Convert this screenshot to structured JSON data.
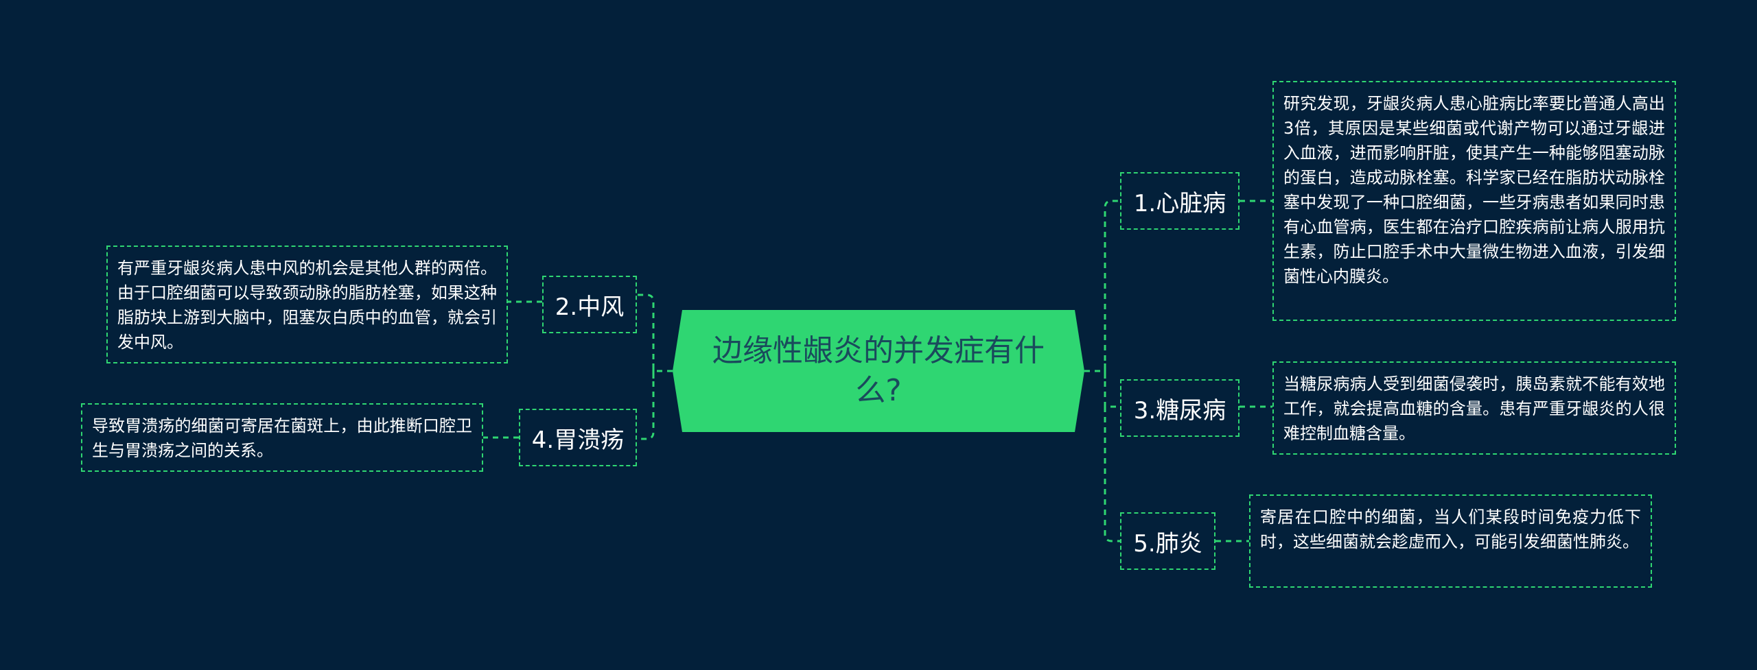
{
  "root": {
    "title": "边缘性龈炎的并发症有什么?"
  },
  "branches": [
    {
      "label": "1.心脏病",
      "detail": "研究发现，牙龈炎病人患心脏病比率要比普通人高出3倍，其原因是某些细菌或代谢产物可以通过牙龈进入血液，进而影响肝脏，使其产生一种能够阻塞动脉的蛋白，造成动脉栓塞。科学家已经在脂肪状动脉栓塞中发现了一种口腔细菌，一些牙病患者如果同时患有心血管病，医生都在治疗口腔疾病前让病人服用抗生素，防止口腔手术中大量微生物进入血液，引发细菌性心内膜炎。"
    },
    {
      "label": "2.中风",
      "detail": "有严重牙龈炎病人患中风的机会是其他人群的两倍。由于口腔细菌可以导致颈动脉的脂肪栓塞，如果这种脂肪块上游到大脑中，阻塞灰白质中的血管，就会引发中风。"
    },
    {
      "label": "3.糖尿病",
      "detail": "当糖尿病病人受到细菌侵袭时，胰岛素就不能有效地工作，就会提高血糖的含量。患有严重牙龈炎的人很难控制血糖含量。"
    },
    {
      "label": "4.胃溃疡",
      "detail": "导致胃溃疡的细菌可寄居在菌斑上，由此推断口腔卫生与胃溃疡之间的关系。"
    },
    {
      "label": "5.肺炎",
      "detail": "寄居在口腔中的细菌，当人们某段时间免疫力低下时，这些细菌就会趁虚而入，可能引发细菌性肺炎。"
    }
  ],
  "colors": {
    "background": "#03203a",
    "accent": "#2fd672",
    "root_text": "#1a4a5c",
    "text": "#ffffff"
  }
}
